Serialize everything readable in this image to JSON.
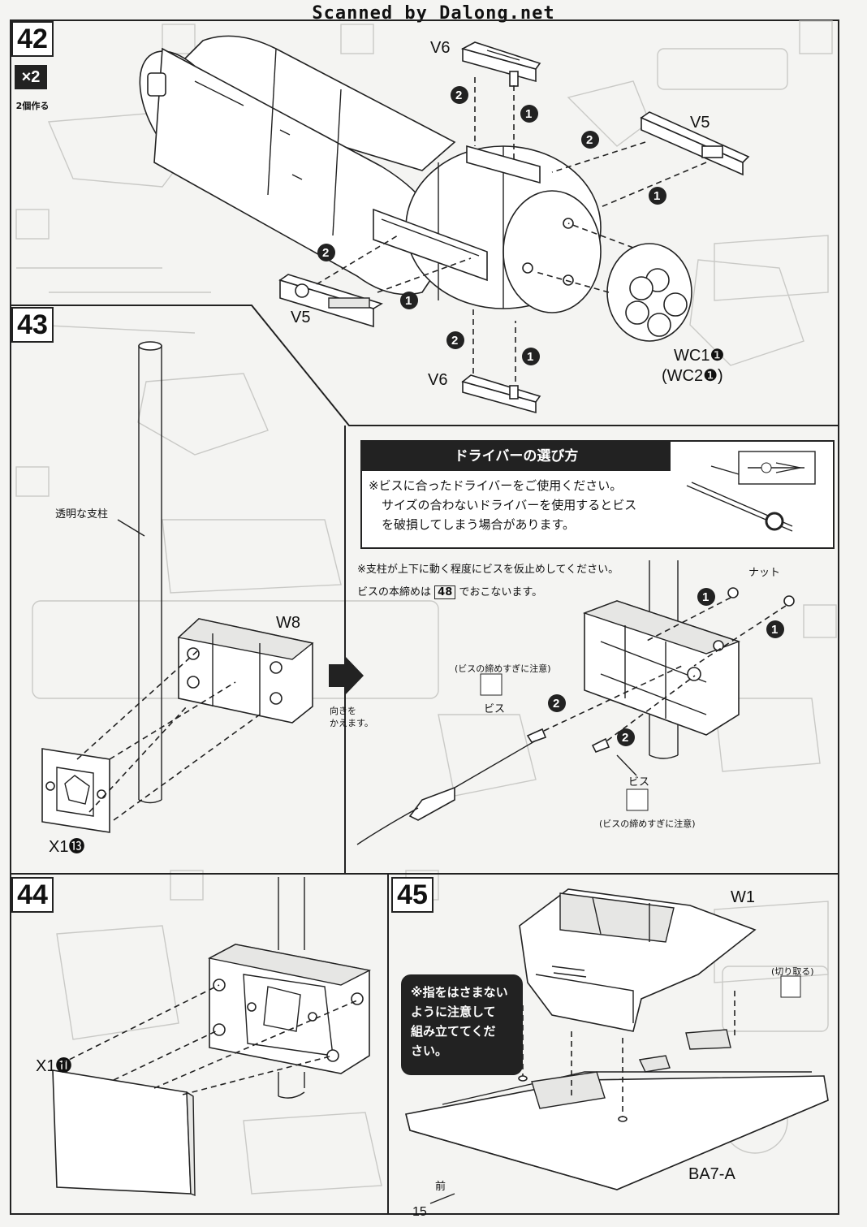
{
  "watermark": "Scanned by Dalong.net",
  "steps": {
    "s42": {
      "number": "42",
      "badge": "×2",
      "badge_caption": "2個作る"
    },
    "s43": {
      "number": "43"
    },
    "s44": {
      "number": "44"
    },
    "s45": {
      "number": "45"
    }
  },
  "labels": {
    "v6_top": "V6",
    "v5_right": "V5",
    "v5_left": "V5",
    "v6_bottom": "V6",
    "wc1": "WC1❶",
    "wc2": "(WC2❶)",
    "clear_post": "透明な支柱",
    "w8": "W8",
    "x1_13": "X1⓭",
    "turn_label": "向きを\nかえます。",
    "screw_left": "ビス",
    "screw_bottom": "ビス",
    "screw_caution_top": "(ビスの締めすぎに注意)",
    "screw_caution_bottom": "(ビスの締めすぎに注意)",
    "nut": "ナット",
    "x1_11": "X1⓫",
    "w1": "W1",
    "cut_off": "(切り取る)",
    "ba7a": "BA7-A",
    "front": "前"
  },
  "driver_note": {
    "title": "ドライバーの選び方",
    "line1": "※ビスに合ったドライバーをご使用ください。",
    "line2": "サイズの合わないドライバーを使用するとビス",
    "line3": "を破損してしまう場合があります。"
  },
  "screw_instruction": {
    "line1": "※支柱が上下に動く程度にビスを仮止めしてください。",
    "line2_a": "ビスの本締めは",
    "line2_ref": "48",
    "line2_b": "でおこないます。"
  },
  "finger_warning": "※指をはさまない\nように注意して\n組み立ててくだ\nさい。",
  "page_number": "15"
}
